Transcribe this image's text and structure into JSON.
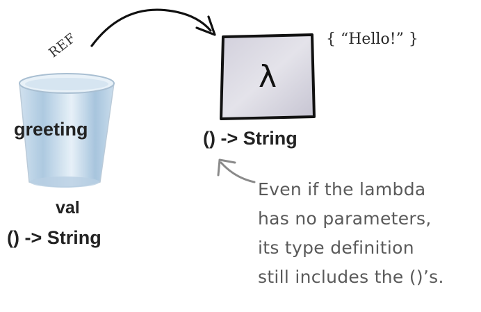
{
  "diagram": {
    "ref_label": "REF",
    "variable": {
      "name": "greeting",
      "kind": "val",
      "type": "() -> String"
    },
    "lambda_object": {
      "symbol": "λ",
      "type": "() -> String",
      "body": "{ “Hello!” }"
    },
    "annotation_lines": [
      "Even if the lambda",
      "has no parameters,",
      "its type definition",
      "still includes the ()’s."
    ]
  }
}
